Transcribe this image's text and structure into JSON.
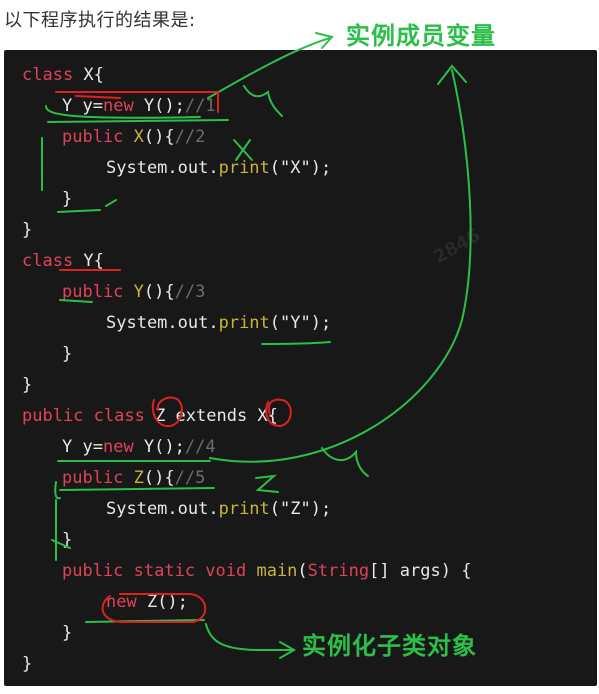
{
  "question": "以下程序执行的结果是:",
  "annotations": {
    "instance_member_var": "实例成员变量",
    "instantiate_subclass": "实例化子类对象"
  },
  "colors": {
    "background": "#181818",
    "keyword": "#e0425a",
    "function": "#c9b53a",
    "comment": "#6c6c6c",
    "text": "#e8e8e8",
    "annotation_green": "#2bbf4a",
    "annotation_red": "#e02020"
  },
  "code": {
    "l1": {
      "kw": "class",
      "rest": " X{"
    },
    "l2": {
      "type": "Y",
      "var": " y=",
      "kw": "new",
      "fn": " Y",
      "rest": "();",
      "cm": "//1"
    },
    "l3": {
      "kw": "public",
      "fn": " X",
      "rest": "(){",
      "cm": "//2"
    },
    "l4": {
      "pre": "System.out.",
      "fn": "print",
      "rest": "(\"X\");"
    },
    "l5": {
      "rest": "}"
    },
    "l6": {
      "rest": "}"
    },
    "l7": {
      "kw": "class",
      "rest": " Y{"
    },
    "l8": {
      "kw": "public",
      "fn": " Y",
      "rest": "(){",
      "cm": "//3"
    },
    "l9": {
      "pre": "System.out.",
      "fn": "print",
      "rest": "(\"Y\");"
    },
    "l10": {
      "rest": "}"
    },
    "l11": {
      "rest": "}"
    },
    "l12": {
      "kw": "public class",
      "mid": " Z extends ",
      "rest": "X{"
    },
    "l13": {
      "type": "Y",
      "var": " y=",
      "kw": "new",
      "fn": " Y",
      "rest": "();",
      "cm": "//4"
    },
    "l14": {
      "kw": "public",
      "fn": " Z",
      "rest": "(){",
      "cm": "//5"
    },
    "l15": {
      "pre": "System.out.",
      "fn": "print",
      "rest": "(\"Z\");"
    },
    "l16": {
      "rest": "}"
    },
    "l17": {
      "kw": "public static void",
      "fn": " main",
      "p": "(",
      "ty": "String",
      "rest": "[] args) {"
    },
    "l18": {
      "kw": "new",
      "rest": " Z();"
    },
    "l19": {
      "rest": "}"
    },
    "l20": {
      "rest": "}"
    }
  },
  "watermark": "2846"
}
